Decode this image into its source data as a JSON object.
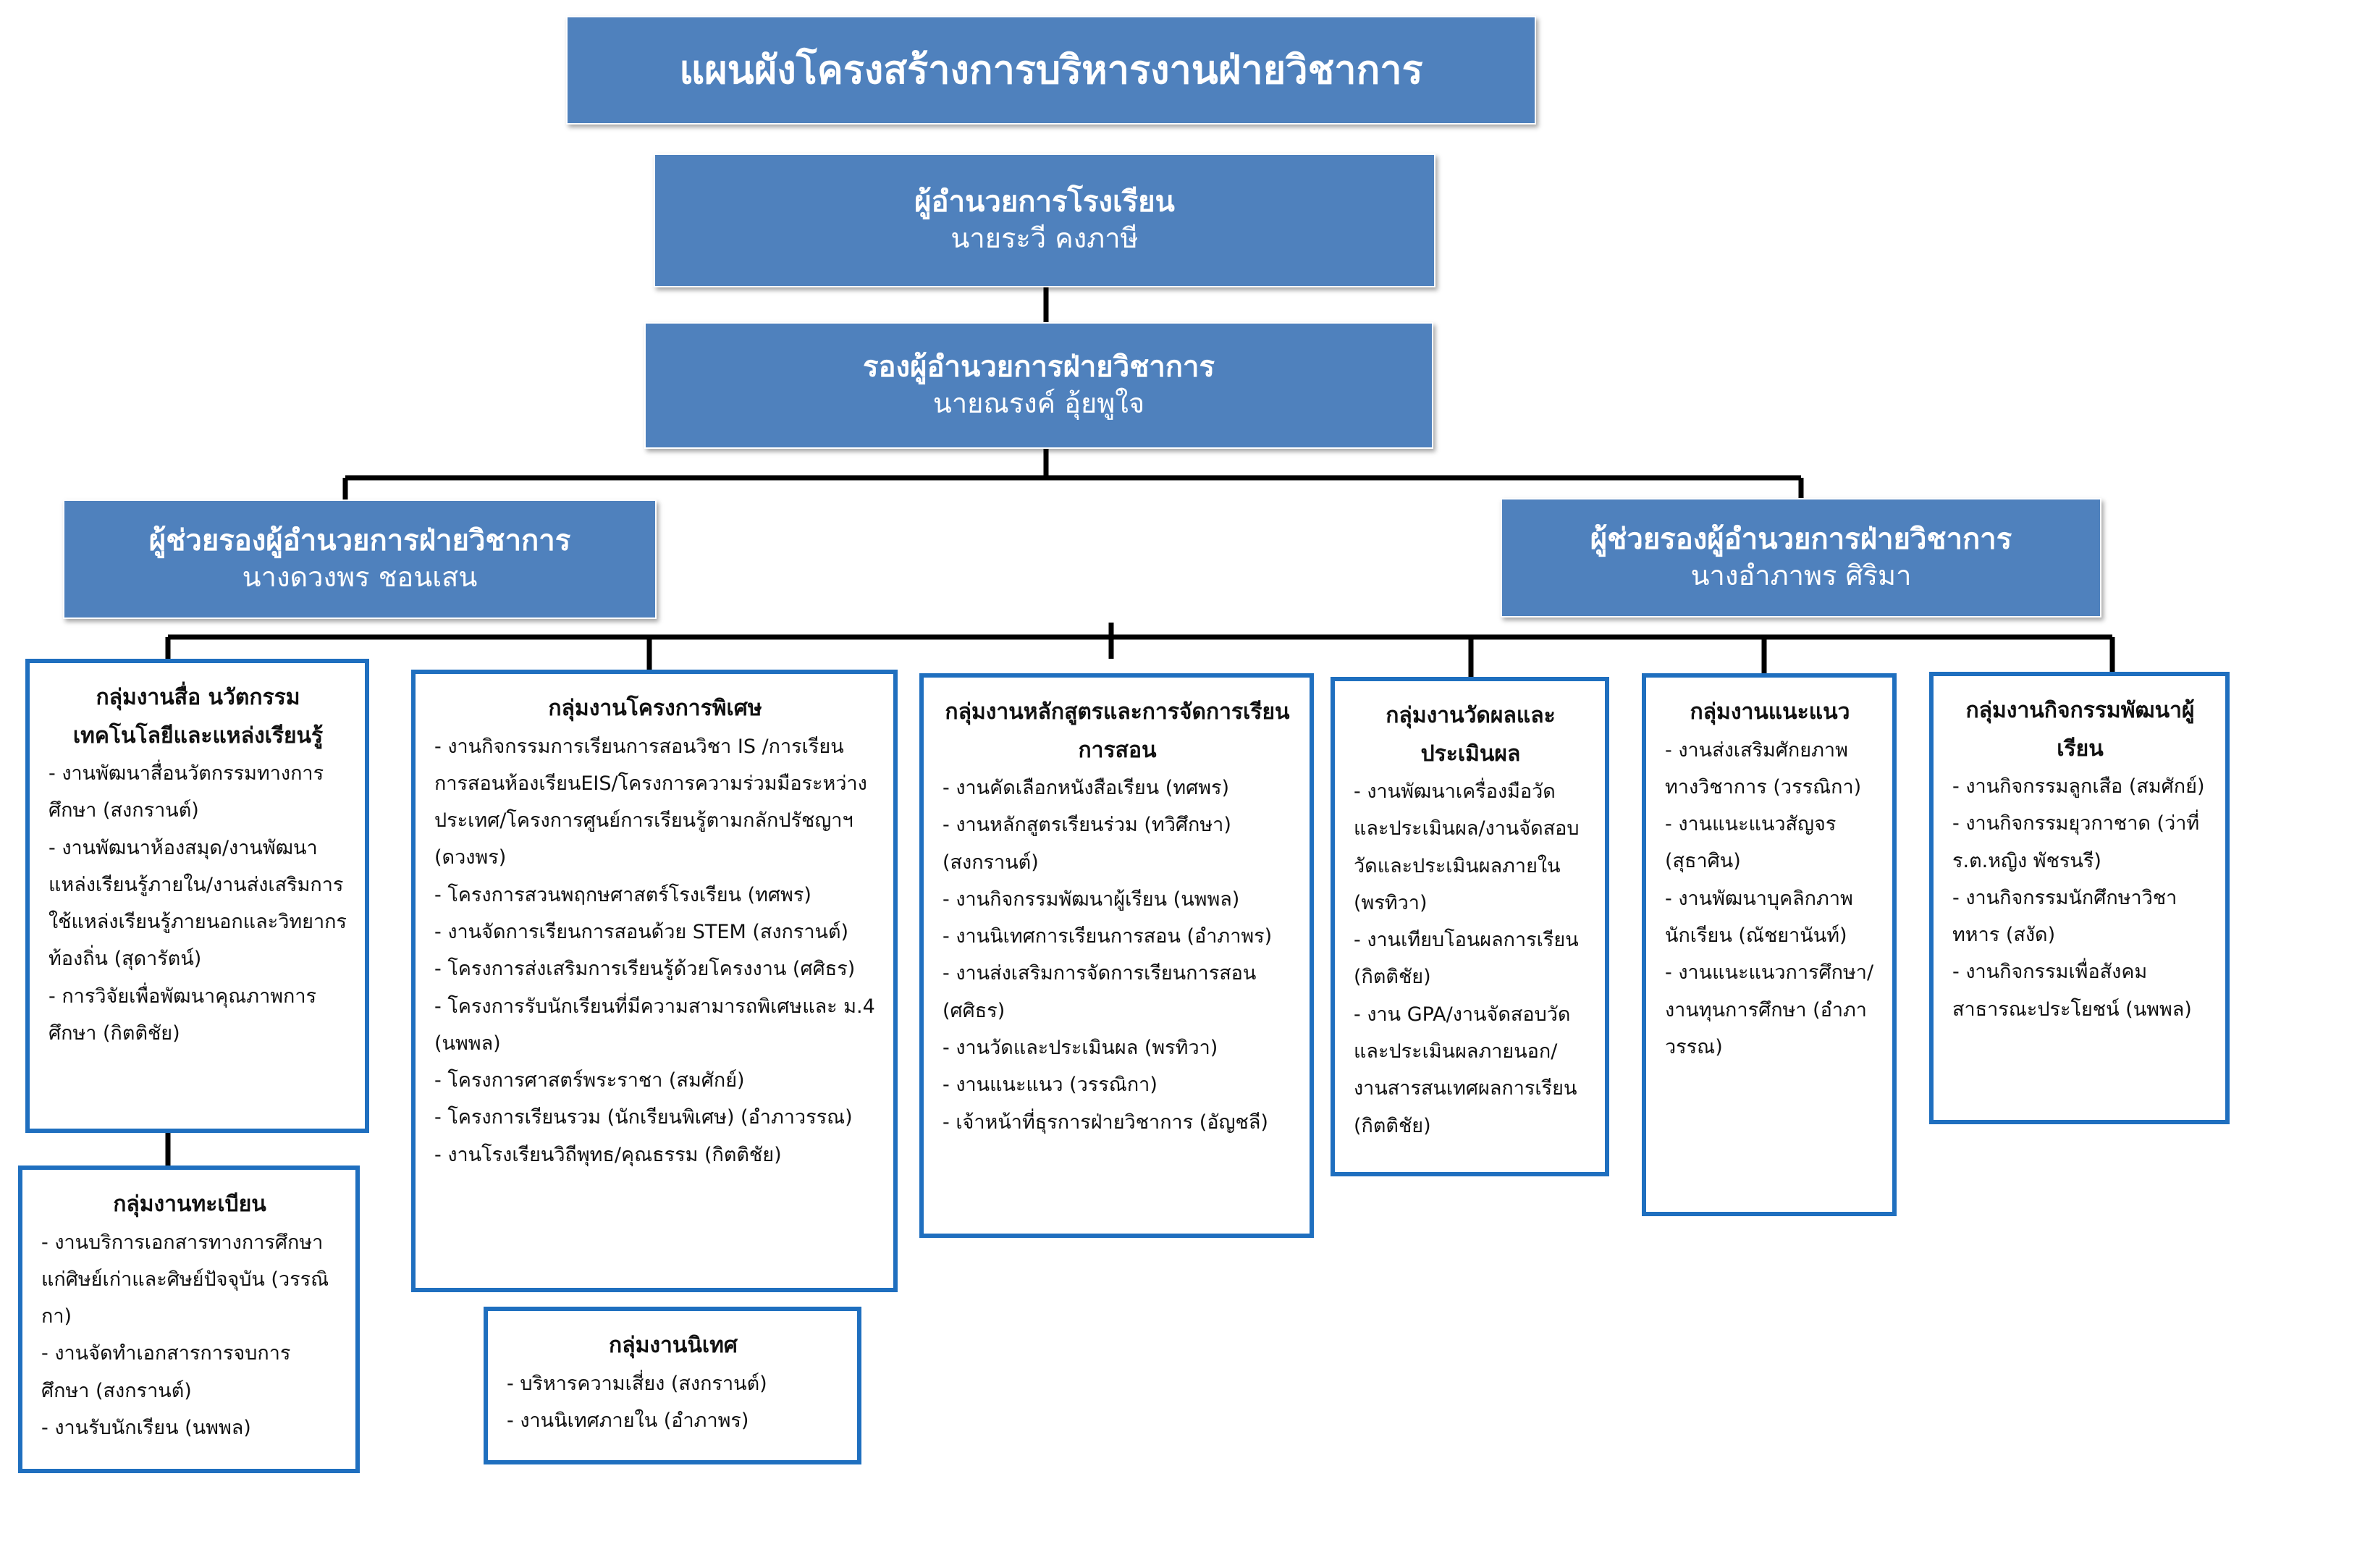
{
  "title": "แผนผังโครงสร้างการบริหารงานฝ่ายวิชาการ",
  "director": {
    "role": "ผู้อำนวยการโรงเรียน",
    "name": "นายระวี   คงภาษี"
  },
  "deputy": {
    "role": "รองผู้อำนวยการฝ่ายวิชาการ",
    "name": "นายณรงค์  อุ้ยพูใจ"
  },
  "assistant_left": {
    "role": "ผู้ช่วยรองผู้อำนวยการฝ่ายวิชาการ",
    "name": "นางดวงพร  ชอนเสน"
  },
  "assistant_right": {
    "role": "ผู้ช่วยรองผู้อำนวยการฝ่ายวิชาการ",
    "name": "นางอำภาพร  ศิริมา"
  },
  "groups": {
    "media": {
      "title": "กลุ่มงานสื่อ นวัตกรรม เทคโนโลยีและแหล่งเรียนรู้",
      "items": [
        "-  งานพัฒนาสื่อนวัตกรรมทางการศึกษา (สงกรานต์)",
        "-  งานพัฒนาห้องสมุด/งานพัฒนาแหล่งเรียนรู้ภายใน/งานส่งเสริมการใช้แหล่งเรียนรู้ภายนอกและวิทยากรท้องถิ่น (สุดารัตน์)",
        "-  การวิจัยเพื่อพัฒนาคุณภาพการศึกษา (กิตติชัย)"
      ]
    },
    "registration": {
      "title": "กลุ่มงานทะเบียน",
      "items": [
        "-  งานบริการเอกสารทางการศึกษาแก่ศิษย์เก่าและศิษย์ปัจจุบัน (วรรณิกา)",
        "-  งานจัดทำเอกสารการจบการศึกษา (สงกรานต์)",
        "-  งานรับนักเรียน (นพพล)"
      ]
    },
    "special": {
      "title": "กลุ่มงานโครงการพิเศษ",
      "items": [
        "-  งานกิจกรรมการเรียนการสอนวิชา IS /การเรียนการสอนห้องเรียนEIS/โครงการความร่วมมือระหว่างประเทศ/โครงการศูนย์การเรียนรู้ตามกลักปรัชญาฯ (ดวงพร)",
        "-  โครงการสวนพฤกษศาสตร์โรงเรียน (ทศพร)",
        "-  งานจัดการเรียนการสอนด้วย STEM (สงกรานต์)",
        "-  โครงการส่งเสริมการเรียนรู้ด้วยโครงงาน (ศศิธร)",
        "-  โครงการรับนักเรียนที่มีความสามารถพิเศษและ ม.4 (นพพล)",
        "-  โครงการศาสตร์พระราชา (สมศักย์)",
        "-  โครงการเรียนรวม (นักเรียนพิเศษ) (อำภาวรรณ)",
        "-  งานโรงเรียนวิถีพุทธ/คุณธรรม (กิตติชัย)"
      ]
    },
    "supervision": {
      "title": "กลุ่มงานนิเทศ",
      "items": [
        "-  บริหารความเสี่ยง (สงกรานต์)",
        "-  งานนิเทศภายใน (อำภาพร)"
      ]
    },
    "curriculum": {
      "title": "กลุ่มงานหลักสูตรและการจัดการเรียนการสอน",
      "items": [
        "-   งานคัดเลือกหนังสือเรียน (ทศพร)",
        "-  งานหลักสูตรเรียนร่วม (ทวิศึกษา) (สงกรานต์)",
        "-  งานกิจกรรมพัฒนาผู้เรียน (นพพล)",
        "-  งานนิเทศการเรียนการสอน (อำภาพร)",
        "-  งานส่งเสริมการจัดการเรียนการสอน (ศศิธร)",
        "-  งานวัดและประเมินผล (พรทิวา)",
        "-  งานแนะแนว (วรรณิกา)",
        "-  เจ้าหน้าที่ธุรการฝ่ายวิชาการ (อัญชลี)"
      ]
    },
    "assessment": {
      "title": "กลุ่มงานวัดผลและประเมินผล",
      "items": [
        "-  งานพัฒนาเครื่องมือวัดและประเมินผล/งานจัดสอบวัดและประเมินผลภายใน (พรทิวา)",
        "-  งานเทียบโอนผลการเรียน (กิตติชัย)",
        "-  งาน GPA/งานจัดสอบวัดและประเมินผลภายนอก/งานสารสนเทศผลการเรียน (กิตติชัย)"
      ]
    },
    "guidance": {
      "title": "กลุ่มงานแนะแนว",
      "items": [
        "- งานส่งเสริมศักยภาพทางวิชาการ (วรรณิกา)",
        "-  งานแนะแนวสัญจร (สุธาศิน)",
        "-  งานพัฒนาบุคลิกภาพนักเรียน (ณัชยานันท์)",
        "-  งานแนะแนวการศึกษา/งานทุนการศึกษา (อำภาวรรณ)"
      ]
    },
    "activities": {
      "title": "กลุ่มงานกิจกรรมพัฒนาผู้เรียน",
      "items": [
        "-  งานกิจกรรมลูกเสือ (สมศักย์)",
        "-  งานกิจกรรมยุวกาชาด (ว่าที่ร.ต.หญิง พัชรนรี)",
        "-  งานกิจกรรมนักศึกษาวิชาทหาร (สงัด)",
        "-  งานกิจกรรมเพื่อสังคมสาธารณะประโยชน์ (นพพล)"
      ]
    }
  },
  "colors": {
    "header_fill": "#4f81bd",
    "group_border": "#1f6fbf",
    "connector": "#000000"
  }
}
